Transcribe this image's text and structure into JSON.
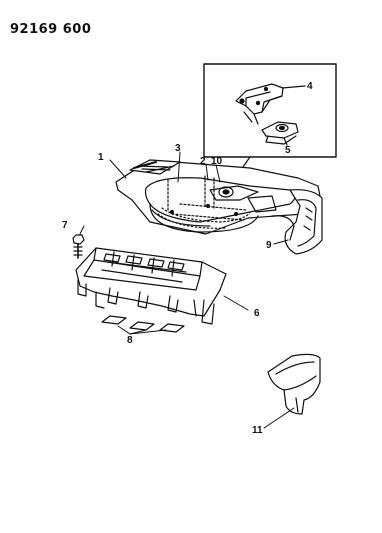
{
  "diagram_number": "92169 600",
  "callouts": {
    "c1": "1",
    "c2": "2",
    "c3": "3",
    "c4": "4",
    "c5": "5",
    "c6": "6",
    "c7": "7",
    "c8": "8",
    "c9": "9",
    "c10": "10",
    "c11": "11"
  }
}
